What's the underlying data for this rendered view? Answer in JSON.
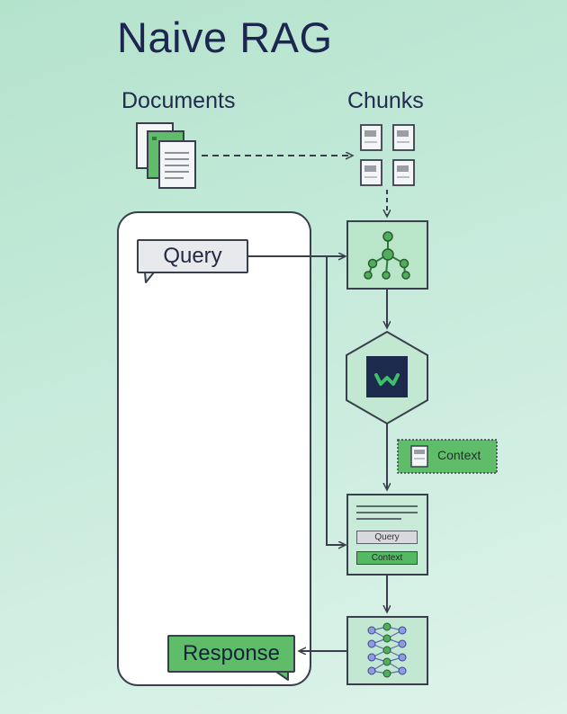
{
  "title": "Naive RAG",
  "labels": {
    "documents": "Documents",
    "chunks": "Chunks",
    "query": "Query",
    "context": "Context",
    "prompt_query": "Query",
    "prompt_context": "Context",
    "response": "Response"
  },
  "icons": {
    "documents": "documents-stack-icon",
    "chunks": "chunk-grid-icon",
    "embedding": "graph-nodes-icon",
    "vector_db": "hexagon-database-icon",
    "context": "context-document-icon",
    "prompt": "prompt-template-icon",
    "llm": "neural-network-icon"
  },
  "colors": {
    "background_start": "#b4e3cc",
    "background_end": "#def3ea",
    "accent_green": "#5fbd6a",
    "dark_navy": "#1d2551",
    "line": "#3a3f4d"
  }
}
